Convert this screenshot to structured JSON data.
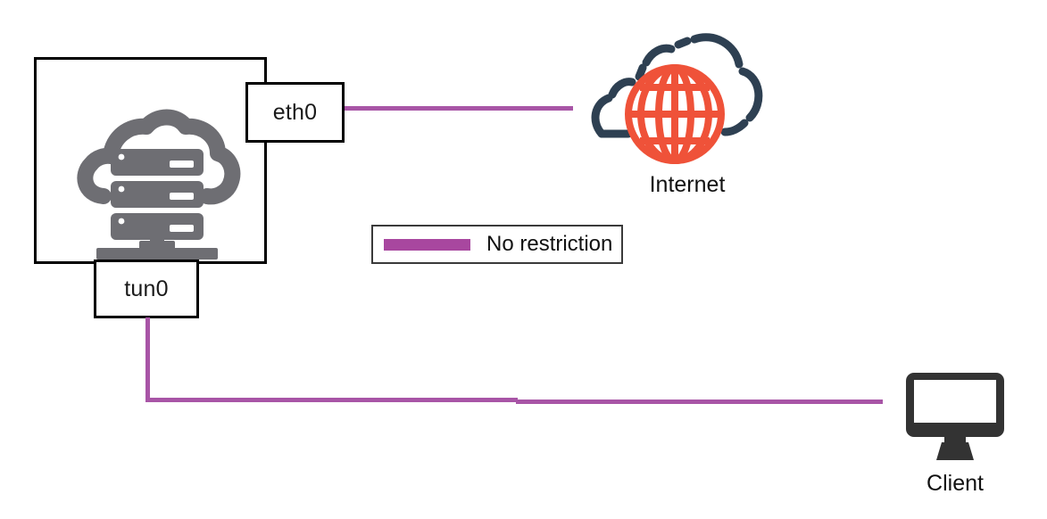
{
  "diagram": {
    "title": "VPN server network topology",
    "colors": {
      "link_purple": "#a855a6",
      "legend_swatch_purple": "#a8479f",
      "server_gray": "#6e6e73",
      "cloud_navy": "#2e4052",
      "globe_orange": "#ef5239",
      "client_dark": "#333333",
      "box_border": "#000000",
      "background": "#ffffff"
    },
    "host": {
      "name": "server-host-box",
      "icon": "cloud-server-icon",
      "interfaces": [
        {
          "id": "eth0",
          "label": "eth0"
        },
        {
          "id": "tun0",
          "label": "tun0"
        }
      ]
    },
    "nodes": [
      {
        "id": "internet",
        "label": "Internet",
        "icon": "cloud-globe-icon"
      },
      {
        "id": "client",
        "label": "Client",
        "icon": "desktop-monitor-icon"
      }
    ],
    "links": [
      {
        "id": "eth0-to-internet",
        "from": "eth0",
        "to": "internet",
        "style": "no-restriction"
      },
      {
        "id": "tun0-to-client",
        "from": "tun0",
        "to": "client",
        "style": "no-restriction"
      }
    ],
    "legend": {
      "name": "legend-box",
      "entries": [
        {
          "swatch": "purple-line",
          "label": "No restriction"
        }
      ]
    }
  }
}
